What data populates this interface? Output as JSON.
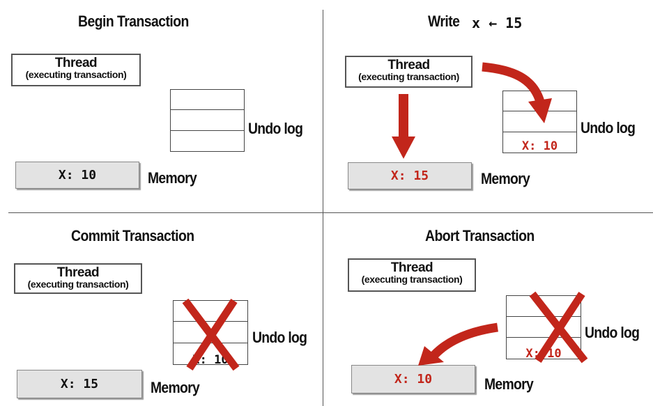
{
  "colors": {
    "accent_red": "#c2261b",
    "memory_fill": "#e3e3e3"
  },
  "labels": {
    "undo_log": "Undo log",
    "memory": "Memory"
  },
  "thread": {
    "title": "Thread",
    "subtitle": "(executing transaction)"
  },
  "panels": {
    "begin": {
      "title": "Begin Transaction",
      "memory_value": "X: 10",
      "undo_entry": ""
    },
    "write": {
      "title_prefix": "Write",
      "title_code": "x ← 15",
      "memory_value": "X: 15",
      "undo_entry": "X: 10"
    },
    "commit": {
      "title": "Commit Transaction",
      "memory_value": "X: 15",
      "undo_entry": "X: 10"
    },
    "abort": {
      "title": "Abort Transaction",
      "memory_value": "X: 10",
      "undo_entry": "X: 10"
    }
  }
}
